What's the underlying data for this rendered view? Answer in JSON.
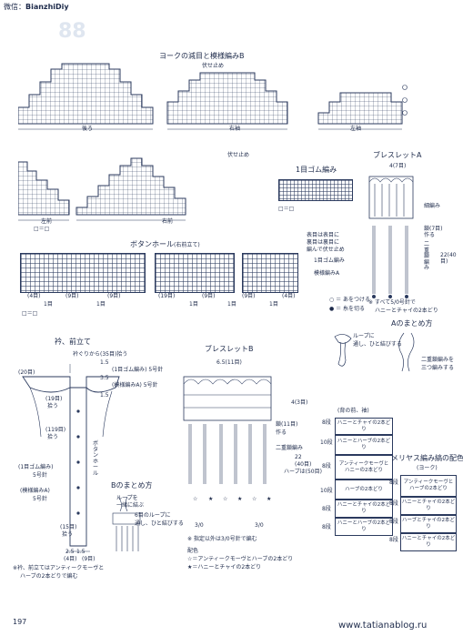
{
  "header": {
    "watermark_label": "微信：",
    "watermark_id": "BianzhiDiy",
    "page_mark": "88"
  },
  "footer": {
    "page_number": "197",
    "site": "www.tatianablog.ru"
  },
  "titles": {
    "yoke": "ヨークの減目と模様編みB",
    "ribbing": "1目ゴム編み",
    "bracelet_a": "ブレスレットA",
    "buttonhole": "ボタンホール",
    "buttonhole_note": "(右前立て)",
    "collar": "衿、前立て",
    "bracelet_b": "ブレスレットB",
    "a_finish": "Aのまとめ方",
    "b_finish": "Bのまとめ方",
    "stockinette_colors": "メリヤス編み縞の配色",
    "stockinette_colors_sub": "(背の前、袖)",
    "stockinette_colors_2": "メリヤス編み縞の配色",
    "stockinette_colors_2_sub": "(ヨーク)"
  },
  "yoke_labels": {
    "back": "後ろ",
    "sleeve_r": "右袖",
    "sleeve_l": "左袖",
    "front_l": "左前",
    "front_r": "右前",
    "bind_off": "伏せ止め",
    "legend": "□＝□"
  },
  "ribbing_legend": "□＝□",
  "buttonhole_labels": {
    "legend": "□＝□",
    "note_1": "表目は表目に",
    "note_2": "裏目は裏目に",
    "note_3": "編んで伏せ止め",
    "ribbing_row": "1目ゴム編み",
    "pattern_a": "模様編みA",
    "counts": [
      "(4目)",
      "(9目)",
      "(9目)",
      "(19目)",
      "(9目)",
      "(9目)",
      "(4目)"
    ],
    "holes": [
      "1目",
      "1目",
      "1目",
      "1目",
      "1目"
    ]
  },
  "bracelet_a": {
    "width": "4(7目)",
    "crochet_label": "細編み",
    "crochet_2": "鎖(7目)作る",
    "chain_label": "二重鎖編み",
    "length": "22(40目)",
    "legend_1": "○ ＝ あをつける",
    "legend_2": "● ＝ 糸を切る",
    "note_1": "※ すべて5/0号針で",
    "note_2": "ハニーとチャイの2本どり"
  },
  "a_finish_labels": {
    "note_1": "二重鎖編みを",
    "note_2": "三つ編みする",
    "loop_1": "ループに",
    "loop_2": "通し、ひと結びする"
  },
  "collar_labels": {
    "top_width": "(20目)",
    "neck": "衿ぐりから(35目)拾う",
    "rib_label": "(1目ゴム編み)",
    "rib_needle": "5号針",
    "pattern_label": "(模様編みA)",
    "pattern_needle": "5号針",
    "dim_1": "1.5",
    "dim_2": "3.5",
    "dim_3": "1.5",
    "pick_1": "(19目)",
    "pick_1b": "拾う",
    "pick_2": "(119目)",
    "pick_2b": "拾う",
    "pick_3": "(15目)",
    "pick_3b": "拾う",
    "buttonhole": "ボタンホール",
    "left_rib": "(1目ゴム編み)",
    "left_rib_needle": "5号針",
    "left_pattern": "(模様編みA)",
    "left_pattern_needle": "5号針",
    "bottom_1": "2.5",
    "bottom_2": "1.5",
    "bottom_3": "(4目)",
    "bottom_4": "(9目)",
    "note": "※衿、前立てはアンティークモーヴと",
    "note_2": "ハーブの2本どりで編む"
  },
  "b_finish_labels": {
    "step_1": "ループを",
    "step_2": "一緒に結ぶ",
    "step_3": "6目のループに",
    "step_4": "通し、ひと結びする"
  },
  "bracelet_b": {
    "width": "6.5(11目)",
    "rows": "4(3目)",
    "chain_side": "鎖(11目)",
    "chain_side_2": "作る",
    "chain_label": "二重鎖編み",
    "length_1": "22",
    "length_2": "(40目)",
    "length_3": "ハーブは(50目)",
    "stars": [
      "☆",
      "★",
      "☆",
      "★",
      "☆",
      "★"
    ],
    "hook": "3/0",
    "hook_2": "3/0",
    "note": "※ 指定以外は3/0号針で編む",
    "color_title": "配色",
    "color_1": "☆＝アンティークモーヴとハーブの2本どり",
    "color_2": "★＝ハニーとチャイの2本どり"
  },
  "stripes_a": {
    "rows": [
      "8段",
      "10段",
      "8段",
      "10段",
      "8段",
      "8段"
    ],
    "colors": [
      "ハニーとチャイの2本どり",
      "ハニーとハーブの2本どり",
      "アンティークモーヴと\nハニーの2本どり",
      "ハーブの2本どり",
      "ハニーとチャイの2本どり",
      "ハニーとハーブの2本どり"
    ]
  },
  "stripes_b": {
    "rows": [
      "8段",
      "8段",
      "8段",
      "8段"
    ],
    "colors": [
      "アンティークモーヴと\nハーブの2本どり",
      "ハニーとチャイの2本どり",
      "ハーブとチャイの2本どり",
      "ハニーとチャイの2本どり"
    ]
  }
}
